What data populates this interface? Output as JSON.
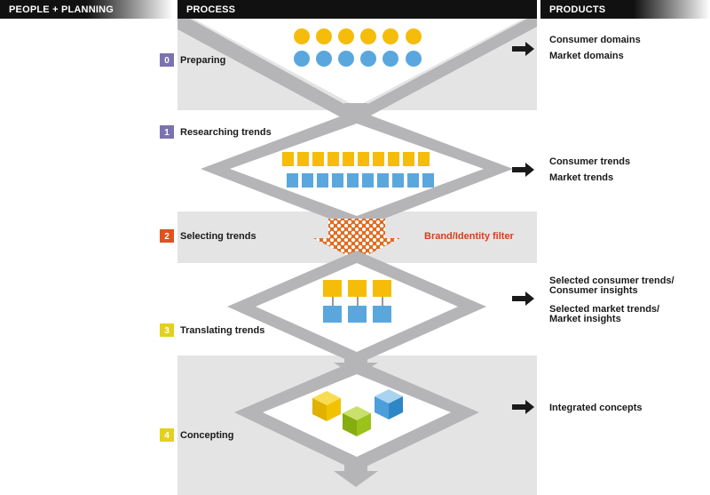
{
  "headers": {
    "people": "PEOPLE + PLANNING",
    "process": "PROCESS",
    "products": "PRODUCTS"
  },
  "steps": [
    {
      "number": "0",
      "label": "Preparing",
      "color": "#7b72b0"
    },
    {
      "number": "1",
      "label": "Researching trends",
      "color": "#7b72b0"
    },
    {
      "number": "2",
      "label": "Selecting trends",
      "color": "#e0531f"
    },
    {
      "number": "3",
      "label": "Translating trends",
      "color": "#e3d11f"
    },
    {
      "number": "4",
      "label": "Concepting",
      "color": "#e3d11f"
    }
  ],
  "filter_label": "Brand/Identity filter",
  "products": {
    "step0": [
      "Consumer domains",
      "Market domains"
    ],
    "step1": [
      "Consumer trends",
      "Market trends"
    ],
    "step3": [
      "Selected consumer trends/",
      "Consumer insights",
      "Selected market trends/",
      "Market insights"
    ],
    "step4": [
      "Integrated concepts"
    ]
  },
  "colors": {
    "band": "#e4e4e5",
    "arrow_gray": "#b5b5b7",
    "consumer_yellow": "#f5bd0a",
    "market_blue": "#5aa7de",
    "filter_orange": "#e06b1f",
    "cube_yellow": "#f2c200",
    "cube_green": "#9bc21b",
    "cube_blue": "#4c9fd9"
  }
}
